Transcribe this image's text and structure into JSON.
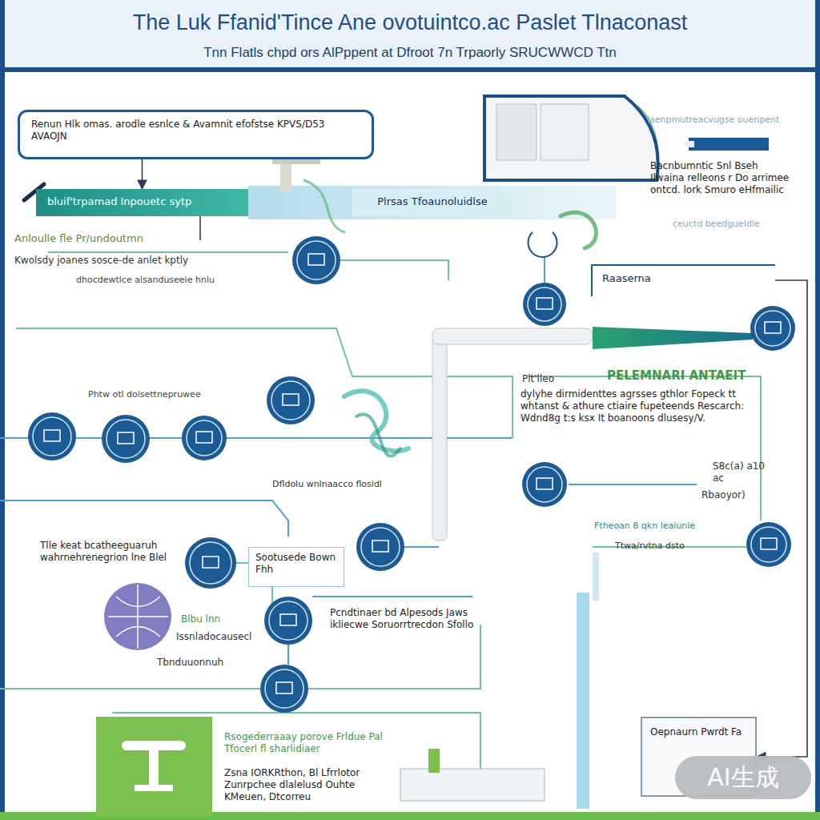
{
  "diagram": {
    "title": "The  Luk Ffanid'Tince Ane ovotuintco.ac Paslet Tlnaconast",
    "caption": "Tnn Flatls chpd ors AlPppent at Dfroot 7n Trpaorly SRUCWWCD Ttn",
    "nodes": [
      {
        "text": [
          "Renun Hlk omas. arodle esnlce & Avamnit efofstse KPVS/D53 AVAOJN"
        ]
      },
      {
        "text": [
          "bluif'trpamad Inpouetc sytp"
        ]
      },
      {
        "text": [
          "Plrsas Tfoaunoluidlse"
        ]
      },
      {
        "text": [
          "Raaserna"
        ]
      },
      {
        "text": [
          "Sootusede Bown Fhh"
        ]
      },
      {
        "text": [
          "Oepnaurn Pwrdt Fa"
        ]
      }
    ],
    "edges": [
      {
        "from": 0,
        "to": 1,
        "arrow": "to"
      },
      {
        "from": 3,
        "to": 5,
        "arrow": "to"
      }
    ],
    "labels": [
      "Anloulle fle Pr/undoutmn",
      "Kwolsdy joanes sosce-de anlet kptly",
      "dhocdewtlce  alsanduseeie hnlu",
      "laenpmutreacvugse ouenpent",
      "Bacnbumntic Snl Bseh Ilwaina relleons r Do arrimee ontcd. lork Smuro eHfmailic",
      "ceuctd beedgueldle",
      "Phtw otl doisettnepruwee",
      "Plt'lleo",
      "PELEMNARI ANTAEIT",
      "dylyhe dirmidenttes agrsses gthlor Fopeck tt whtanst & athure ctiaire fupeteends Rescarch: Wdnd8g t:s ksx It boanoons dlusesy/V.",
      "Dfldolu wnlnaacco flosidl",
      "S8c(a) a10 ac",
      "Rbaoyor)",
      "Ftheoan 8 qkn leaiunie",
      "Ttwa/rvtna dsto",
      "Tlle keat bcatheeguaruh wahrnehrenegrion lne Blel",
      "Blbu lnn",
      "Issnladocausecl",
      "Tbnduuonnuh",
      "Pcndtinaer bd Alpesods Jaws ikliecwe Soruorrtrecdon Sfollo",
      "Rsogederraaay porove Frldue Pal Tfocerl fl sharlidiaer",
      "Zsna IORKRthon, Bl Lfrrlotor Zunrpchee dlalelusd Ouhte KMeuen, Dtcorreu",
      "AI生成"
    ]
  }
}
